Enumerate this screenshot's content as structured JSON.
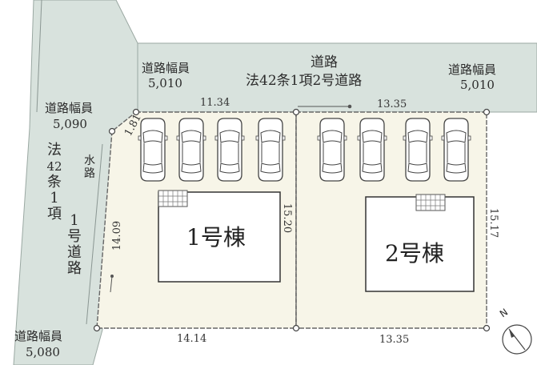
{
  "roads": {
    "north": {
      "name": "道路",
      "designation": "法42条1項2号道路",
      "width_left_label": "道路幅員",
      "width_left_value": "5,010",
      "width_right_label": "道路幅員",
      "width_right_value": "5,010"
    },
    "west": {
      "width_top_label": "道路幅員",
      "width_top_value": "5,090",
      "designation": "法42条1項1号道路",
      "width_bottom_label": "道路幅員",
      "width_bottom_value": "5,080"
    },
    "waterway": "水路"
  },
  "dimensions": {
    "corner_cut": "1.81",
    "north_lot1": "11.34",
    "north_lot2": "13.35",
    "south_lot1": "14.14",
    "south_lot2": "13.35",
    "west_lot1": "14.09",
    "divider": "15.20",
    "east_lot2": "15.17"
  },
  "buildings": {
    "lot1": "1号棟",
    "lot2": "2号棟"
  },
  "parking": {
    "lot1_spaces": 4,
    "lot2_spaces": 4
  },
  "compass": {
    "label": "N"
  },
  "colors": {
    "road": "#d8e2dd",
    "road_stroke": "#9aa8a2",
    "lot": "#f7f5e8",
    "building": "#ffffff",
    "boundary": "#666666"
  }
}
